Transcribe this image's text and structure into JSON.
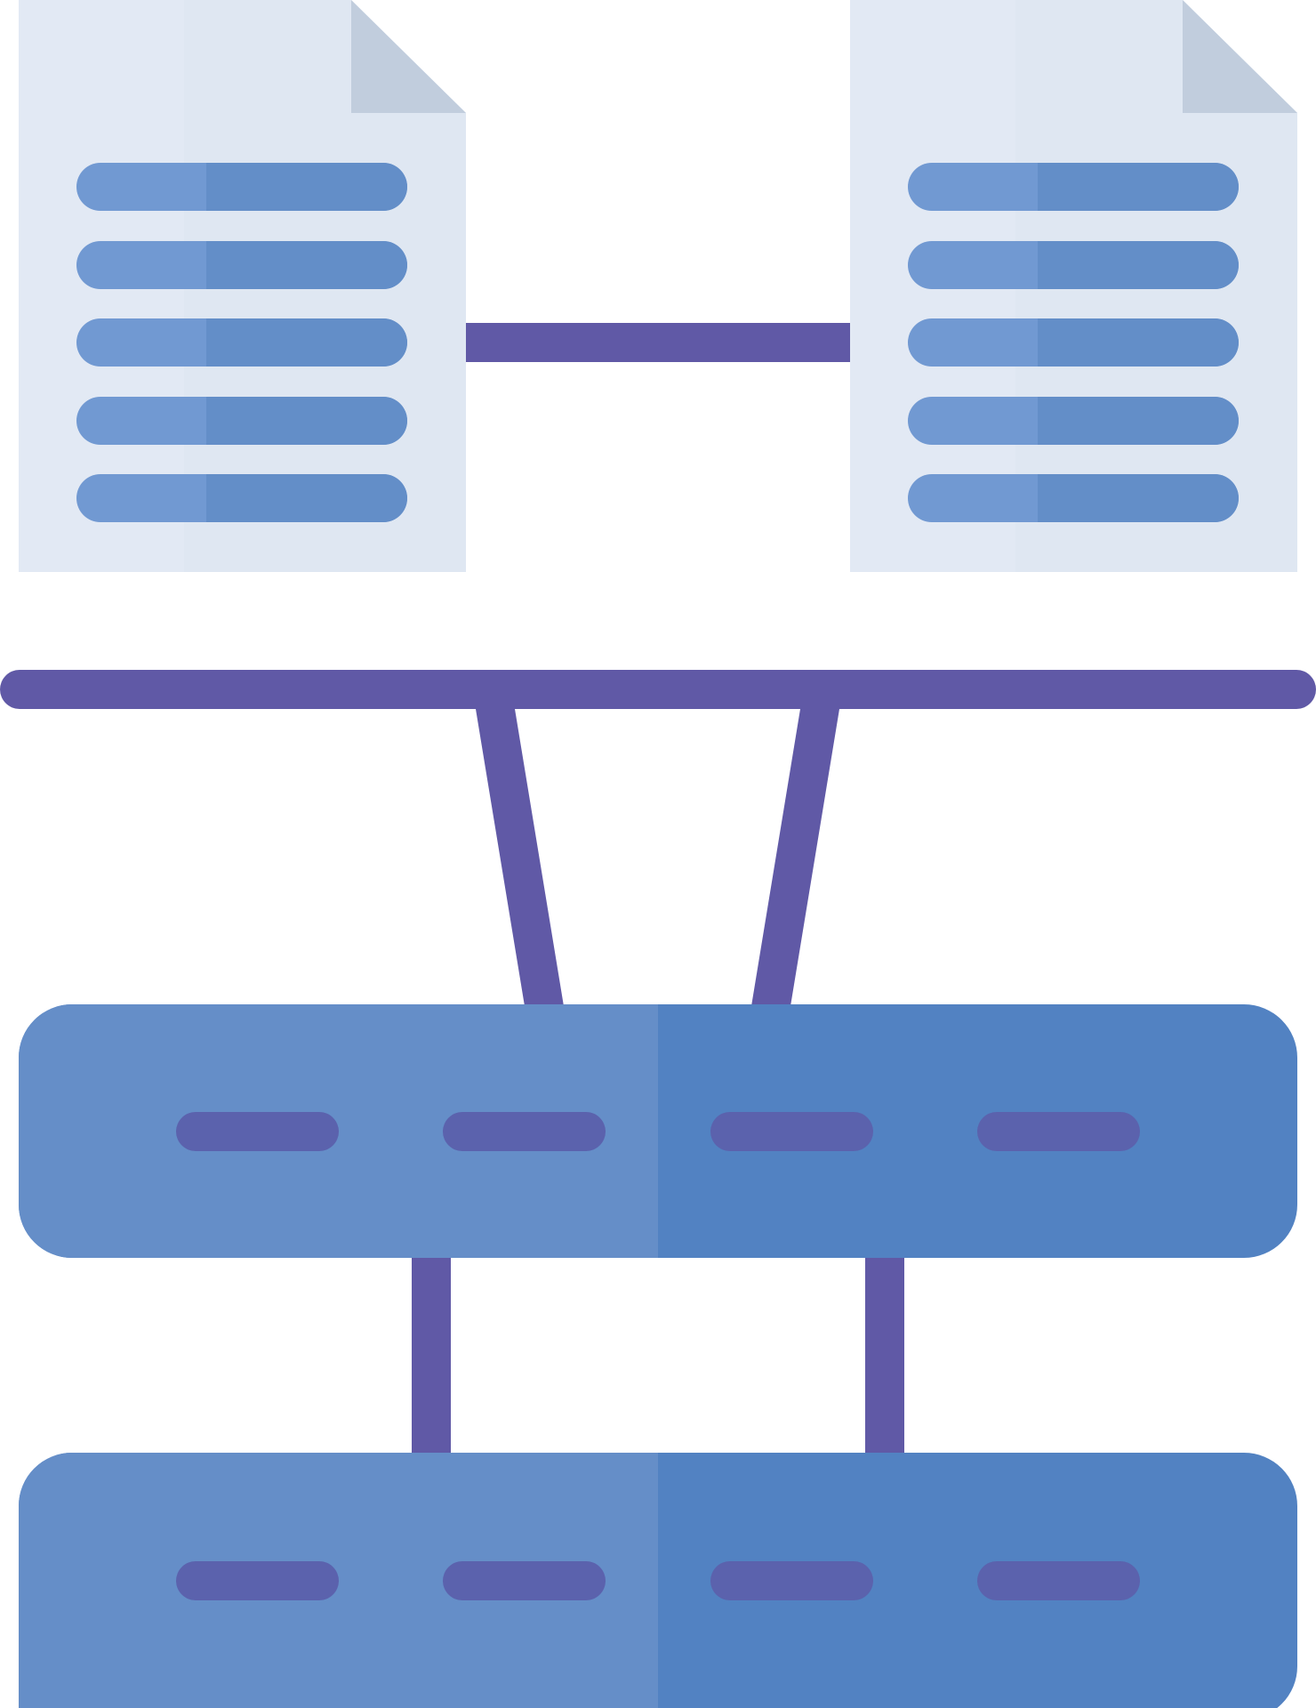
{
  "illustration": {
    "subject": "network-documents-icon",
    "documents": [
      {
        "id": "document-left",
        "line_count": 5
      },
      {
        "id": "document-right",
        "line_count": 5
      }
    ],
    "servers": [
      {
        "id": "server-top",
        "slot_count": 4
      },
      {
        "id": "server-bottom",
        "slot_count": 4
      }
    ],
    "colors": {
      "document_light": "#E2E9F4",
      "document_shade": "#DFE7F2",
      "document_fold": "#C1CDDD",
      "line_light": "#7199D2",
      "line_dark": "#638EC8",
      "connector": "#6059A6",
      "server_left": "#658EC8",
      "server_right": "#5282C2",
      "slot": "#5B62AD"
    }
  }
}
